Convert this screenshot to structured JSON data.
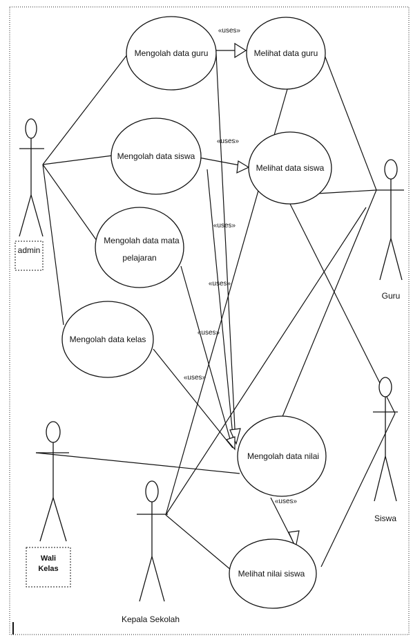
{
  "use_cases": {
    "mengolah_guru": "Mengolah data guru",
    "melihat_guru": "Melihat data guru",
    "mengolah_siswa": "Mengolah data siswa",
    "melihat_siswa": "Melihat data siswa",
    "mengolah_mapel_line1": "Mengolah data mata",
    "mengolah_mapel_line2": "pelajaran",
    "mengolah_kelas": "Mengolah data kelas",
    "mengolah_nilai": "Mengolah data nilai",
    "melihat_nilai": "Melihat nilai siswa"
  },
  "actors": {
    "admin": "admin",
    "guru": "Guru",
    "siswa": "Siswa",
    "wali_line1": "Wali",
    "wali_line2": "Kelas",
    "kepala": "Kepala Sekolah"
  },
  "relations": {
    "uses": "«uses»"
  }
}
